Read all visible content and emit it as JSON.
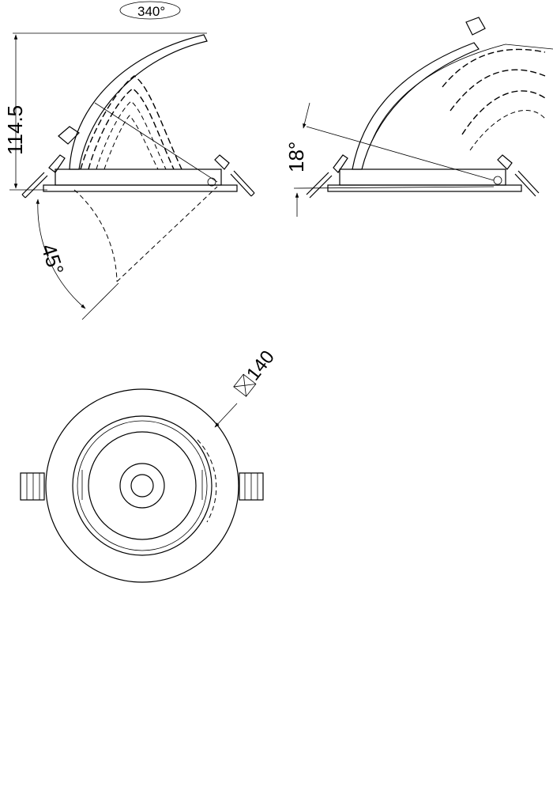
{
  "dimensions": {
    "rotation_label": "340°",
    "height_label": "114.5",
    "swivel_label": "45°",
    "tilt_label": "18°",
    "cutout_label": "140"
  },
  "views": {
    "side": "side-elevation-swivel",
    "tilt": "side-elevation-tilt",
    "top": "plan-view"
  }
}
